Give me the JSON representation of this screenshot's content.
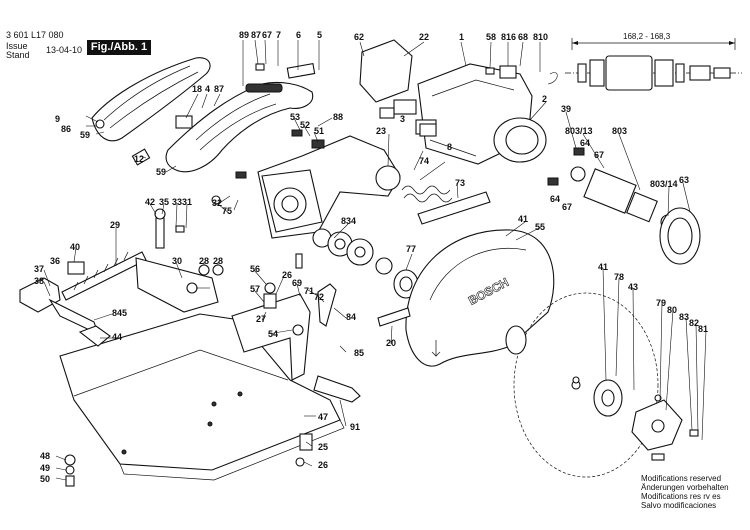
{
  "header": {
    "doc_number": "3 601 L17 080",
    "issue_label": "Issue",
    "stand_label": "Stand",
    "issue_date": "13-04-10",
    "figure_label": "Fig./Abb. 1"
  },
  "dimension": "168,2 - 168,3",
  "brand_mark": "BOSCH",
  "notes": [
    "Modifications reserved",
    "Änderungen vorbehalten",
    "Modifications res rv es",
    "Salvo modificaciones"
  ],
  "callouts": [
    "89",
    "87",
    "67",
    "7",
    "6",
    "5",
    "62",
    "22",
    "1",
    "58",
    "816",
    "68",
    "810",
    "2",
    "39",
    "803/13",
    "803",
    "64",
    "67",
    "803/14",
    "63",
    "64",
    "67",
    "9",
    "86",
    "59",
    "18",
    "4",
    "87",
    "53",
    "52",
    "51",
    "88",
    "12",
    "23",
    "8",
    "3",
    "59",
    "74",
    "73",
    "32",
    "75",
    "42",
    "35",
    "33",
    "31",
    "834",
    "41",
    "55",
    "29",
    "40",
    "36",
    "30",
    "28",
    "28",
    "56",
    "26",
    "69",
    "71",
    "72",
    "77",
    "37",
    "38",
    "845",
    "44",
    "57",
    "27",
    "54",
    "84",
    "85",
    "20",
    "79",
    "80",
    "83",
    "82",
    "81",
    "41",
    "78",
    "43",
    "47",
    "91",
    "25",
    "26",
    "48",
    "49",
    "50"
  ]
}
